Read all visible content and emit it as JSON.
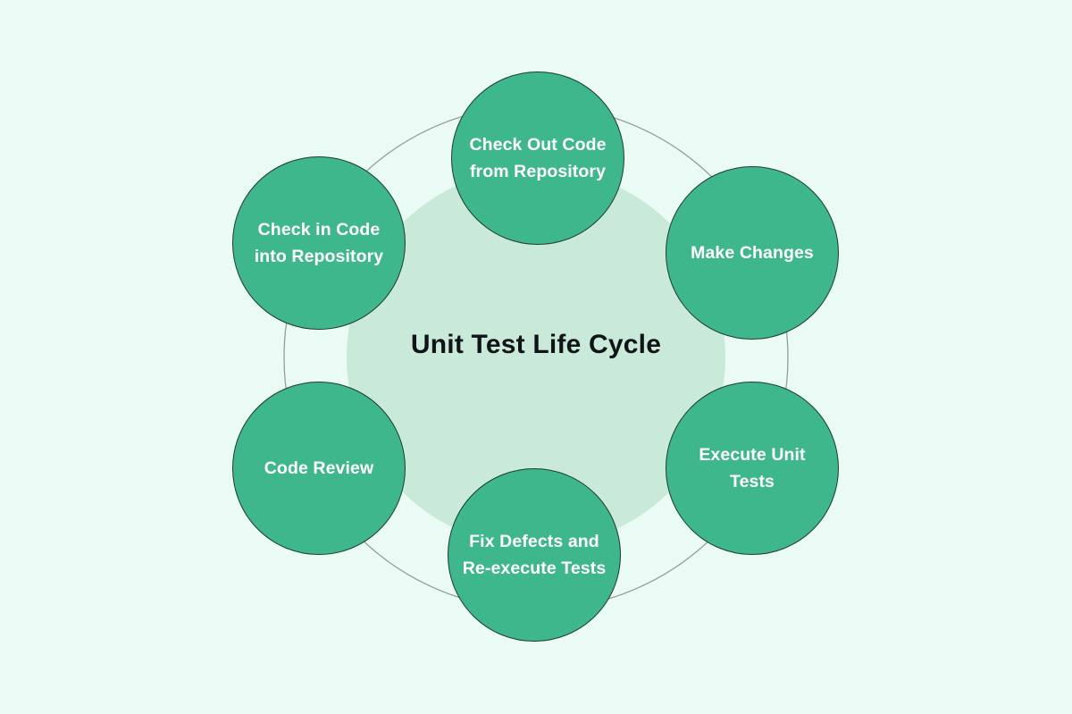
{
  "diagram": {
    "title": "Unit Test Life Cycle",
    "type": "cycle",
    "background_color": "#eafaf4",
    "inner_disc_color": "#c9ead9",
    "node_color": "#3fb78c",
    "node_text_color": "#ffffff",
    "ring_stroke_color": "#8f9e99",
    "title_color": "#101418",
    "nodes": [
      {
        "label": "Check Out Code from Repository",
        "position": "top"
      },
      {
        "label": "Make Changes",
        "position": "top-right"
      },
      {
        "label": "Execute Unit Tests",
        "position": "bottom-right"
      },
      {
        "label": "Fix Defects and Re-execute Tests",
        "position": "bottom"
      },
      {
        "label": "Code Review",
        "position": "bottom-left"
      },
      {
        "label": "Check in Code into Repository",
        "position": "top-left"
      }
    ]
  }
}
